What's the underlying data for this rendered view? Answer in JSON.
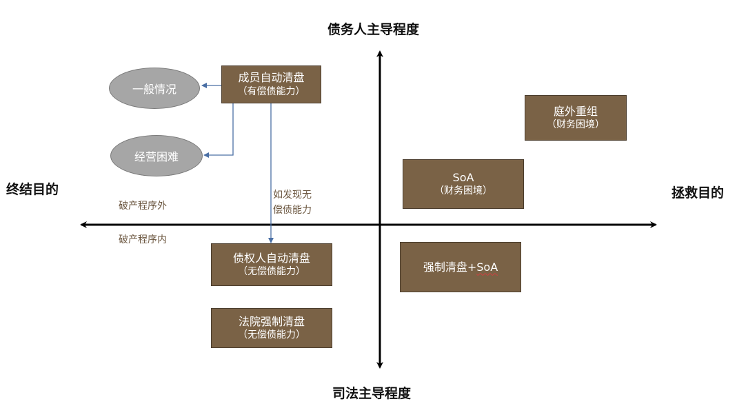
{
  "axes": {
    "top": "债务人主导程度",
    "bottom": "司法主导程度",
    "left": "终结目的",
    "right": "拯救目的"
  },
  "boxes": {
    "member_liquidation": {
      "line1": "成员自动清盘",
      "line2": "（有偿债能力）"
    },
    "creditor_liquidation": {
      "line1": "债权人自动清盘",
      "line2": "（无偿债能力）"
    },
    "court_liquidation": {
      "line1": "法院强制清盘",
      "line2": "（无偿债能力）"
    },
    "out_of_court": {
      "line1": "庭外重组",
      "line2": "（财务困境）"
    },
    "soa": {
      "line1": "SoA",
      "line2": "（财务困境）"
    },
    "compulsory_soa": {
      "prefix": "强制清盘+",
      "suffix": "SoA"
    }
  },
  "ovals": {
    "general": "一般情况",
    "difficulty": "经营困难"
  },
  "notes": {
    "outside": "破产程序外",
    "inside": "破产程序内",
    "found_line1": "如发现无",
    "found_line2": "偿债能力"
  },
  "colors": {
    "box_fill": "#7a6246",
    "oval_fill": "#a6a6a6",
    "connector": "#4a6fa5",
    "axis": "#000000"
  }
}
